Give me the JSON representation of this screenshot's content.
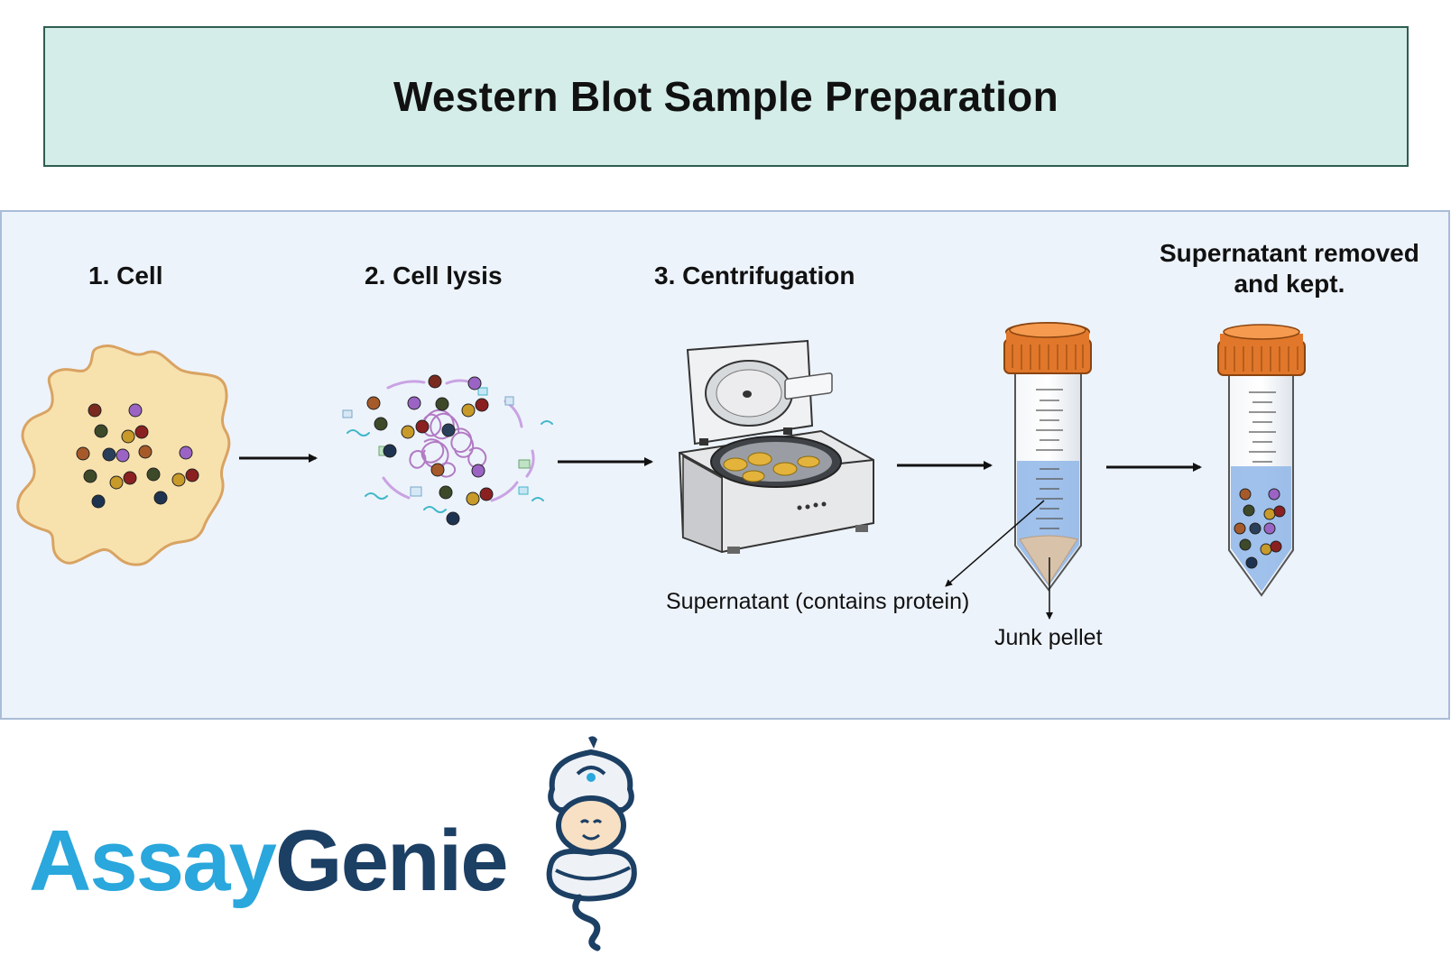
{
  "title": "Western Blot Sample Preparation",
  "steps": [
    {
      "label": "1.  Cell"
    },
    {
      "label": "2. Cell lysis"
    },
    {
      "label": "3. Centrifugation"
    },
    {
      "label_line1": "Supernatant removed",
      "label_line2": "and kept."
    }
  ],
  "annotations": {
    "supernatant": "Supernatant (contains protein)",
    "pellet": "Junk pellet"
  },
  "logo": {
    "part1": "Assay",
    "part2": "Genie"
  },
  "colors": {
    "title_bg": "#d4ede8",
    "panel_bg": "#edf3fb",
    "cap": "#e0772a",
    "liquid": "#8fb6e8",
    "cell": "#f7e2ae",
    "logo_blue": "#2aa7dc",
    "logo_navy": "#1c3f64"
  },
  "icons": [
    "cell-icon",
    "lysed-cell-icon",
    "centrifuge-icon",
    "tube-icon",
    "tube-icon",
    "genie-icon"
  ]
}
